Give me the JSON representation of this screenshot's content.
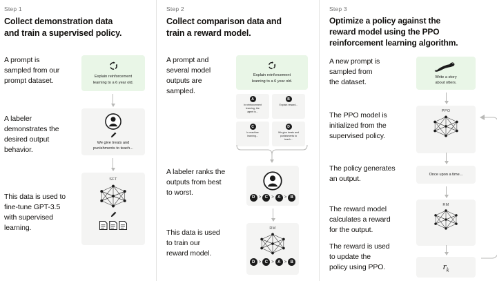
{
  "diagram": {
    "title_semantic": "rlhf-three-step-diagram",
    "colors": {
      "background": "#ffffff",
      "prompt_box": "#e9f6e7",
      "neutral_box": "#f4f4f3",
      "divider": "#e3e3e1",
      "arrow": "#b9b9b7",
      "text": "#12100e",
      "muted_text": "#6e6e6e"
    }
  },
  "columns": [
    {
      "step_label": "Step 1",
      "title": "Collect demonstration data\nand train a supervised policy.",
      "captions": [
        "A prompt is\nsampled from our\nprompt dataset.",
        "A labeler\ndemonstrates the\ndesired output\nbehavior.",
        "This data is used to\nfine-tune GPT-3.5\nwith supervised\nlearning."
      ],
      "prompt_box_text": "Explain reinforcement\nlearning to a 6 year old.",
      "labeler_box_text": "We give treats and\npunishments to teach...",
      "model_tag": "SFT"
    },
    {
      "step_label": "Step 2",
      "title": "Collect comparison data and\ntrain a reward model.",
      "captions": [
        "A prompt and\nseveral model\noutputs are\nsampled.",
        "A labeler ranks the\noutputs from best\nto worst.",
        "This data is used\nto train our\nreward model."
      ],
      "prompt_box_text": "Explain reinforcement\nlearning to a 6 year old.",
      "outputs": [
        {
          "letter": "A",
          "text": "In reinforcement\nlearning, the\nagent is..."
        },
        {
          "letter": "B",
          "text": "Explain reward..."
        },
        {
          "letter": "C",
          "text": "In machine\nlearning..."
        },
        {
          "letter": "D",
          "text": "We give treats and\npunishments to\nteach..."
        }
      ],
      "ranking": [
        "D",
        "C",
        "A",
        "B"
      ],
      "model_tag": "RM"
    },
    {
      "step_label": "Step 3",
      "title": "Optimize a policy against the\nreward model using the PPO\nreinforcement learning algorithm.",
      "captions": [
        "A new prompt is\nsampled from\nthe dataset.",
        "The PPO model is\ninitialized from the\nsupervised policy.",
        "The policy generates\nan output.",
        "The reward model\ncalculates a reward\nfor the output.",
        "The reward is used\nto update the\npolicy using PPO."
      ],
      "prompt_box_text": "Write a story\nabout otters.",
      "policy_tag": "PPO",
      "output_text": "Once upon a time...",
      "reward_tag": "RM",
      "reward_symbol": "r",
      "reward_subscript": "k"
    }
  ],
  "icons": {
    "prompt": "recycle-arrows-icon",
    "labeler": "person-circle-icon",
    "pencil": "pencil-icon",
    "network": "neural-network-icon",
    "documents": "documents-icon",
    "otter": "otter-icon",
    "loop": "feedback-loop-arrow-icon",
    "brace": "curly-brace-icon"
  }
}
